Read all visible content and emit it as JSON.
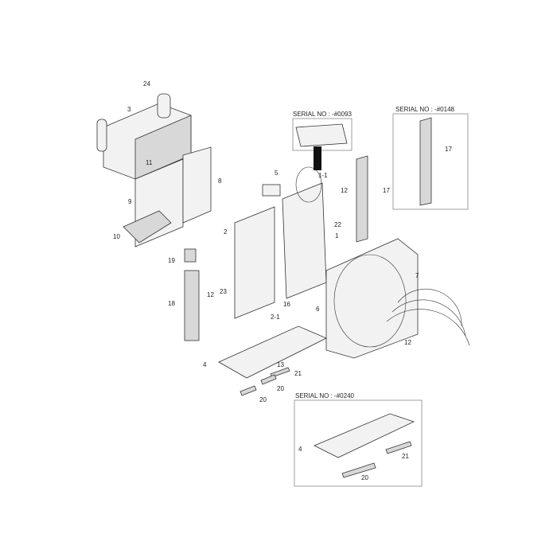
{
  "diagram": {
    "serial_notes": [
      "SERIAL NO : -#0093",
      "SERIAL NO : -#0148",
      "SERIAL NO : -#0240"
    ],
    "part_labels": [
      "24",
      "3",
      "11",
      "8",
      "9",
      "10",
      "5",
      "1-1",
      "12",
      "17",
      "2",
      "22",
      "1",
      "19",
      "7",
      "12",
      "23",
      "18",
      "16",
      "6",
      "2-1",
      "12",
      "4",
      "13",
      "21",
      "20",
      "20",
      "17",
      "4",
      "21",
      "20"
    ],
    "colors": {
      "line": "#333333",
      "fill": "#f2f2f2",
      "shade": "#d8d8d8",
      "inset_border": "#888888"
    }
  }
}
